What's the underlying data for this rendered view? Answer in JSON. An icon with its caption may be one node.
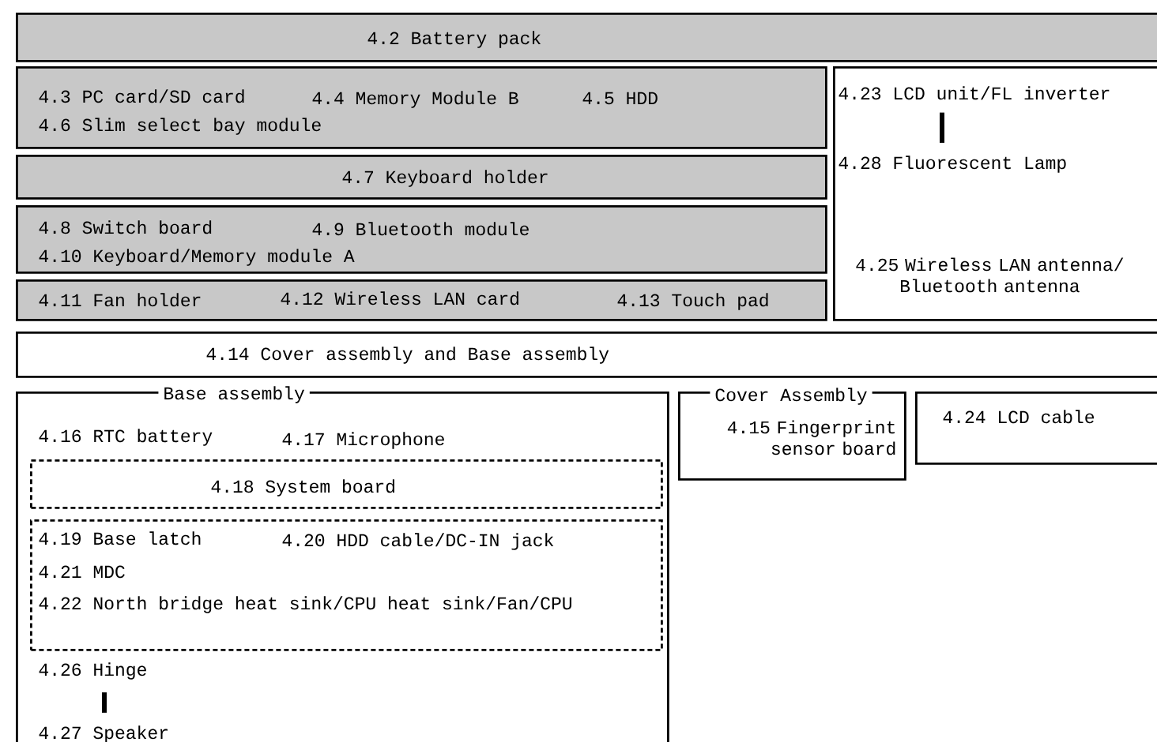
{
  "diagram": {
    "nodes": [
      {
        "text": [
          "4.2 Battery pack"
        ]
      },
      {
        "text": [
          "4.3 PC card/SD card",
          "4.4 Memory Module B",
          "4.5 HDD",
          "4.6 Slim select bay module"
        ]
      },
      {
        "text": [
          "4.7 Keyboard holder"
        ]
      },
      {
        "text": [
          "4.8 Switch board",
          "4.9 Bluetooth module",
          "4.10 Keyboard/Memory module A"
        ]
      },
      {
        "text": [
          "4.11 Fan holder",
          "4.12 Wireless LAN card",
          "4.13 Touch pad"
        ]
      },
      {
        "text": [],
        "shape": "box"
      },
      {
        "text": [
          "4.23 LCD unit/FL inverter"
        ],
        "in": 5
      },
      {
        "text": [
          "4.28 Fluorescent Lamp"
        ],
        "in": 5
      },
      {
        "text": [
          "4.25 Wireless LAN antenna/ Bluetooth antenna"
        ],
        "in": 5
      },
      {
        "text": [
          "4.14 Cover assembly and Base assembly"
        ]
      },
      {
        "text": [
          "Base assembly",
          "4.16 RTC battery",
          "4.17 Microphone"
        ]
      },
      {
        "text": [
          "4.18 System board"
        ],
        "in": 10
      },
      {
        "text": [
          "4.19 Base latch",
          "4.20 HDD cable/DC-IN jack",
          "4.21 MDC",
          "4.22 North bridge heat sink/CPU heat sink/Fan/CPU"
        ],
        "in": 10
      },
      {
        "text": [
          "4.26 Hinge"
        ],
        "in": 10
      },
      {
        "text": [
          "4.27 Speaker"
        ],
        "in": 10
      },
      {
        "text": [
          "Cover Assembly",
          "4.15 Fingerprint sensor board"
        ]
      },
      {
        "text": [
          "4.24 LCD cable"
        ]
      }
    ],
    "edges": [
      {
        "from": 6,
        "to": 7,
        "arrow": "none"
      },
      {
        "from": 13,
        "to": 14,
        "arrow": "none"
      }
    ]
  }
}
